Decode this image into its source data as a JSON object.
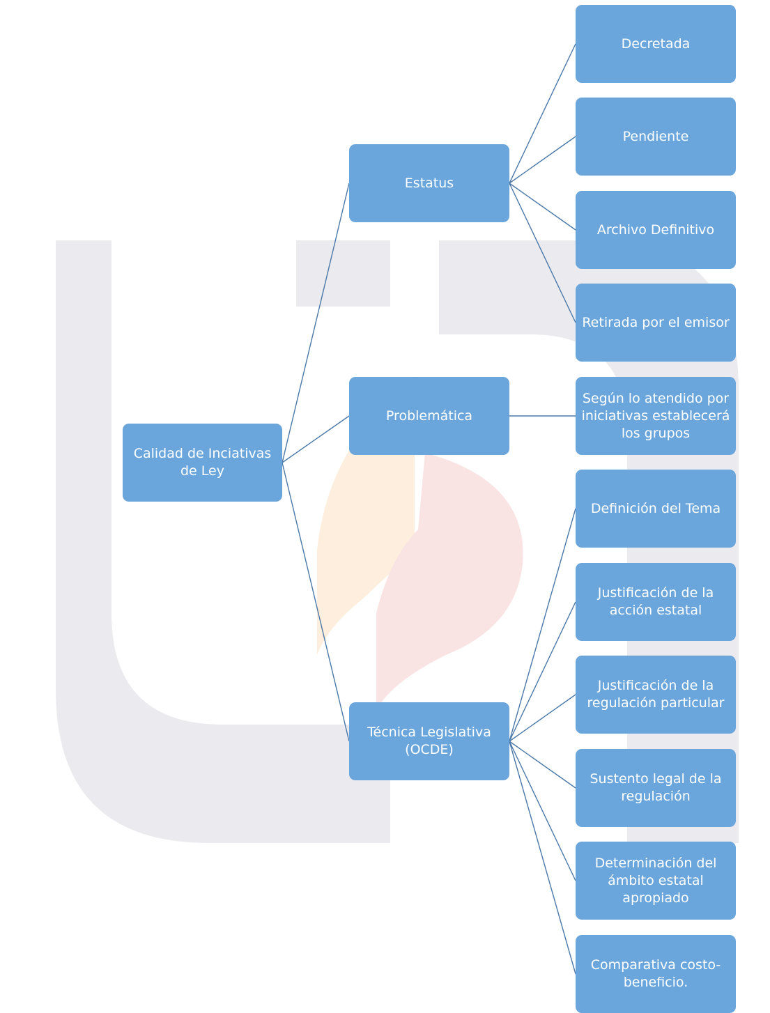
{
  "diagram": {
    "root": {
      "label": "Calidad de Inciativas\nde Ley"
    },
    "branches": [
      {
        "label": "Estatus",
        "children": [
          {
            "label": "Decretada"
          },
          {
            "label": "Pendiente"
          },
          {
            "label": "Archivo Definitivo"
          },
          {
            "label": "Retirada por el emisor"
          }
        ]
      },
      {
        "label": "Problemática",
        "children": [
          {
            "label": "Según lo atendido por\niniciativas establecerá\nlos grupos"
          }
        ]
      },
      {
        "label": "Técnica Legislativa\n(OCDE)",
        "children": [
          {
            "label": "Definición del Tema"
          },
          {
            "label": "Justificación de la\nacción estatal"
          },
          {
            "label": "Justificación de la\nregulación particular"
          },
          {
            "label": "Sustento legal de la\nregulación"
          },
          {
            "label": "Determinación del\námbito estatal\napropiado"
          },
          {
            "label": "Comparativa costo-\nbeneficio."
          }
        ]
      }
    ]
  },
  "colors": {
    "node_fill": "#6aa6db",
    "node_text": "#ffffff",
    "connector": "#4a78a8",
    "watermark_gray": "#e8e8ec",
    "watermark_orange": "#fde9d2",
    "watermark_red": "#f7d9d9"
  }
}
